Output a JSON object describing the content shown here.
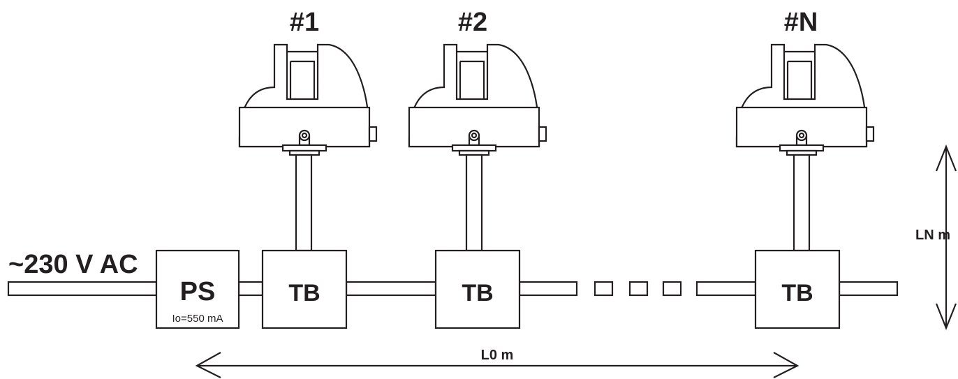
{
  "power_input_label": "~230 V AC",
  "power_supply": {
    "label": "PS",
    "current_label": "Io=550 mA"
  },
  "terminal_box_label": "TB",
  "cameras": [
    {
      "label": "#1"
    },
    {
      "label": "#2"
    },
    {
      "label": "#N"
    }
  ],
  "dimensions": {
    "bus_length": "L0 m",
    "branch_length": "LN m"
  },
  "colors": {
    "stroke": "#231f20",
    "fill": "#ffffff"
  }
}
